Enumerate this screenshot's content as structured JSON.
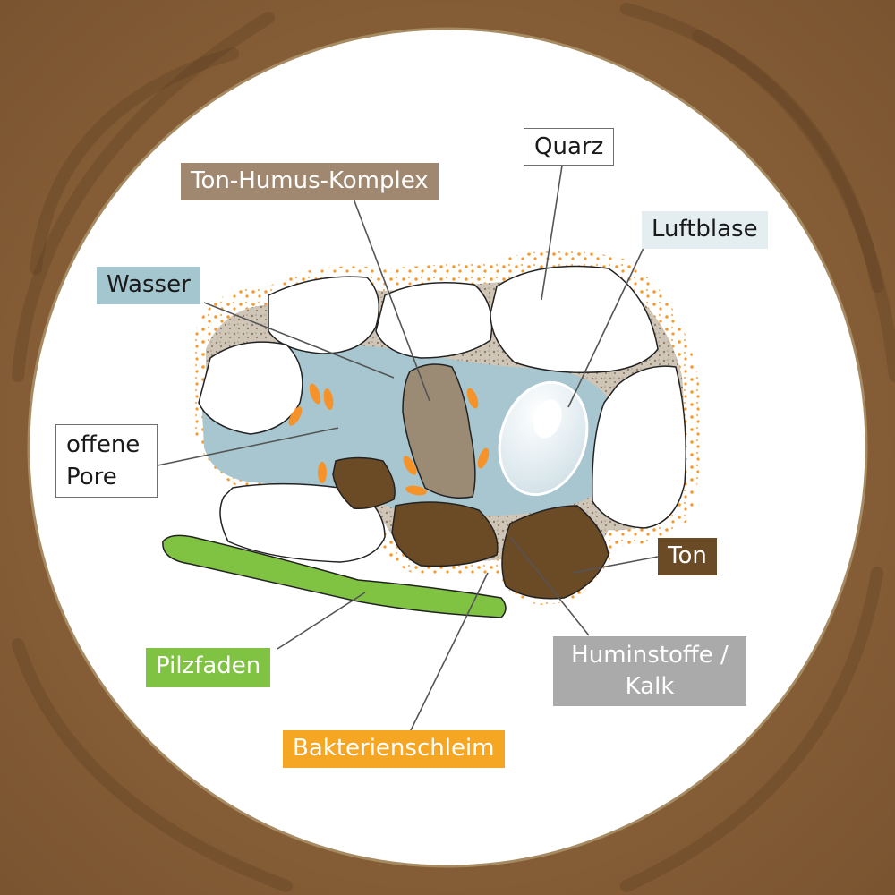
{
  "labels": {
    "quarz": "Quarz",
    "ton_humus_komplex": "Ton-Humus-Komplex",
    "luftblase": "Luftblase",
    "wasser": "Wasser",
    "offene_pore_line1": "offene",
    "offene_pore_line2": "Pore",
    "ton": "Ton",
    "pilzfaden": "Pilzfaden",
    "huminstoffe_line1": "Huminstoffe /",
    "huminstoffe_line2": "Kalk",
    "bakterienschleim": "Bakterienschleim"
  },
  "colors": {
    "background_soil": "#8a6238",
    "circle": "#ffffff",
    "circle_border": "#a58a62",
    "water": "#a7c6cf",
    "water_label": "#a3c6cf",
    "air_bubble": "#e0ecf0",
    "quartz": "#ffffff",
    "ton_humus": "#9b8a74",
    "ton_humus_label": "#a08870",
    "clay": "#6b4a26",
    "clay_label": "#6b4a26",
    "fungal_hypha": "#80c343",
    "fungal_label": "#80c343",
    "bacterial_slime": "#f59a2e",
    "bacterial_label": "#f5a623",
    "humic_lime": "#c9bfb0",
    "humic_label": "#aaaaaa",
    "luftblase_label": "#e4eef1"
  }
}
